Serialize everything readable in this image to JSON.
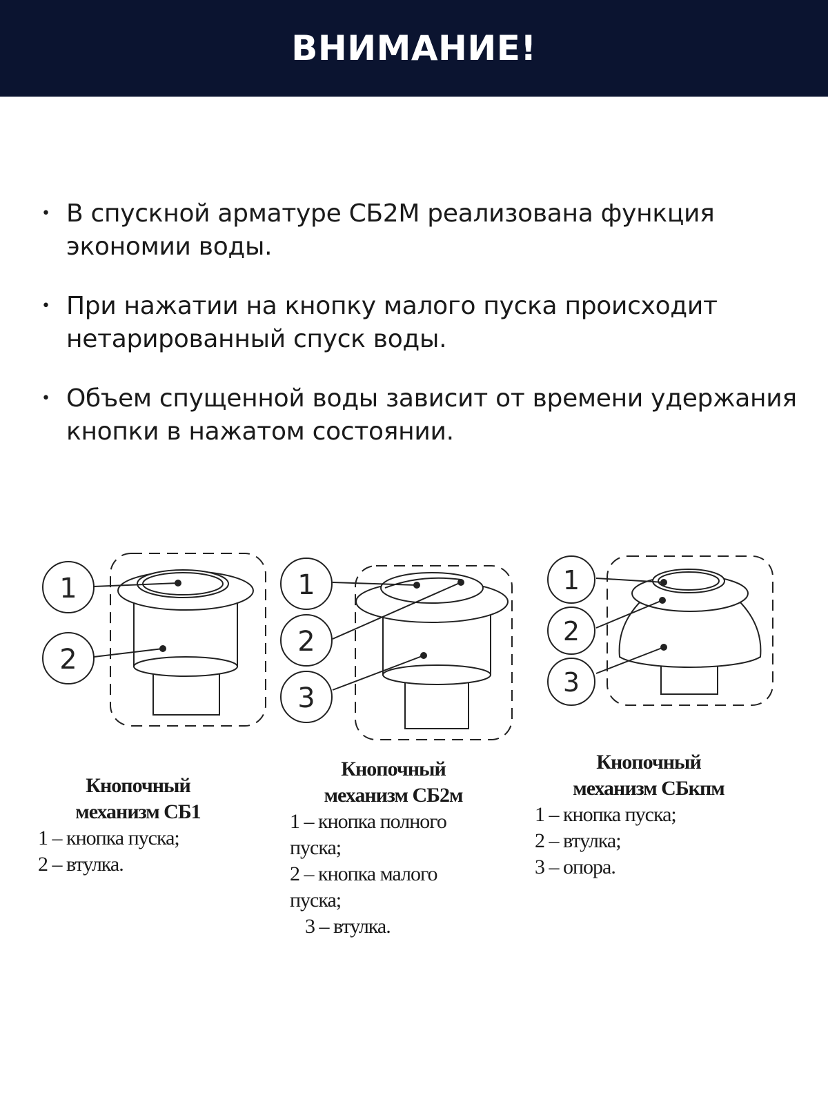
{
  "header": {
    "title": "ВНИМАНИЕ!"
  },
  "bullets": [
    "В спускной арматуре СБ2М реализована функция экономии воды.",
    "При нажатии на кнопку малого пуска происходит нетарированный спуск воды.",
    "Объем спущенной воды зависит от времени удержания кнопки в нажатом состоянии."
  ],
  "figures": [
    {
      "title_line1": "Кнопочный",
      "title_line2": "механизм СБ1",
      "callouts": [
        "1",
        "2"
      ],
      "items": [
        "1 – кнопка пуска;",
        "2 – втулка."
      ]
    },
    {
      "title_line1": "Кнопочный",
      "title_line2": "механизм СБ2м",
      "callouts": [
        "1",
        "2",
        "3"
      ],
      "items": [
        "1 – кнопка полного",
        "пуска;",
        "2 – кнопка малого",
        "пуска;",
        "3 – втулка."
      ]
    },
    {
      "title_line1": "Кнопочный",
      "title_line2": "механизм СБкпм",
      "callouts": [
        "1",
        "2",
        "3"
      ],
      "items": [
        "1 –  кнопка пуска;",
        "2 –  втулка;",
        "3 –  опора."
      ]
    }
  ],
  "colors": {
    "header_bg": "#0b1430",
    "header_text": "#ffffff",
    "line": "#222222"
  }
}
